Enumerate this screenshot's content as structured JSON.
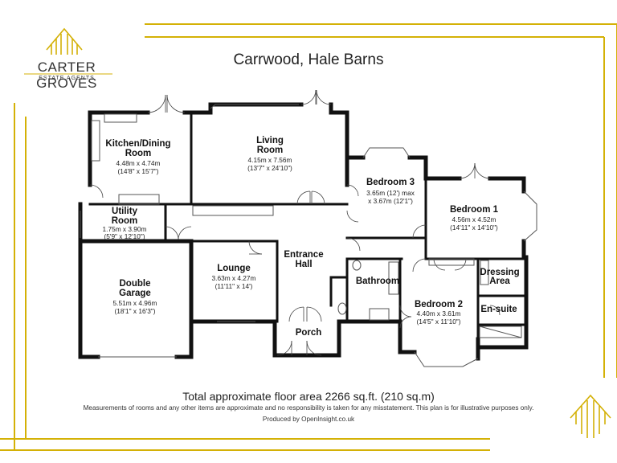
{
  "brand": {
    "name": "CARTER GROVES",
    "tagline": "ESTATE AGENTS"
  },
  "plan_title": "Carrwood, Hale Barns",
  "rooms": [
    {
      "id": "kitchen",
      "label_line1": "Kitchen/Dining",
      "label_line2": "Room",
      "dim_metric": "4.48m x 4.74m",
      "dim_imperial": "(14'8\" x 15'7\")"
    },
    {
      "id": "living",
      "label_line1": "Living",
      "label_line2": "Room",
      "dim_metric": "4.15m x 7.56m",
      "dim_imperial": "(13'7\" x 24'10\")"
    },
    {
      "id": "bedroom3",
      "label_line1": "Bedroom 3",
      "dim_metric": "3.65m (12') max",
      "dim_imperial": "x 3.67m (12'1\")"
    },
    {
      "id": "bedroom1",
      "label_line1": "Bedroom 1",
      "dim_metric": "4.56m x 4.52m",
      "dim_imperial": "(14'11\" x 14'10\")"
    },
    {
      "id": "utility",
      "label_line1": "Utility",
      "label_line2": "Room",
      "dim_metric": "1.75m x 3.90m",
      "dim_imperial": "(5'9\" x 12'10\")"
    },
    {
      "id": "garage",
      "label_line1": "Double",
      "label_line2": "Garage",
      "dim_metric": "5.51m x 4.96m",
      "dim_imperial": "(18'1\" x 16'3\")"
    },
    {
      "id": "lounge",
      "label_line1": "Lounge",
      "dim_metric": "3.63m x 4.27m",
      "dim_imperial": "(11'11\" x 14')"
    },
    {
      "id": "hall",
      "label_line1": "Entrance",
      "label_line2": "Hall"
    },
    {
      "id": "bathroom",
      "label_line1": "Bathroom"
    },
    {
      "id": "bedroom2",
      "label_line1": "Bedroom 2",
      "dim_metric": "4.40m x 3.61m",
      "dim_imperial": "(14'5\" x 11'10\")"
    },
    {
      "id": "dressing",
      "label_line1": "Dressing",
      "label_line2": "Area"
    },
    {
      "id": "ensuite",
      "label_line1": "En-suite"
    },
    {
      "id": "porch",
      "label_line1": "Porch"
    }
  ],
  "footer": {
    "total_area": "Total approximate floor area 2266 sq.ft. (210 sq.m)",
    "disclaimer": "Measurements of rooms and any other items are approximate and no responsibility is taken for any misstatement. This plan is for illustrative purposes only.",
    "produced_by": "Produced by OpenInsight.co.uk"
  },
  "colors": {
    "frame_accent": "#D4B106",
    "walls": "#111111",
    "text": "#222222"
  }
}
